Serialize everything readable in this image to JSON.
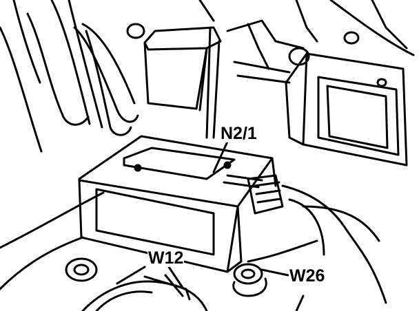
{
  "figure": {
    "labels": {
      "n2_1": "N2/1",
      "w12": "W12",
      "w26": "W26"
    },
    "ink_color": "#000000",
    "paper_color": "#ffffff"
  }
}
